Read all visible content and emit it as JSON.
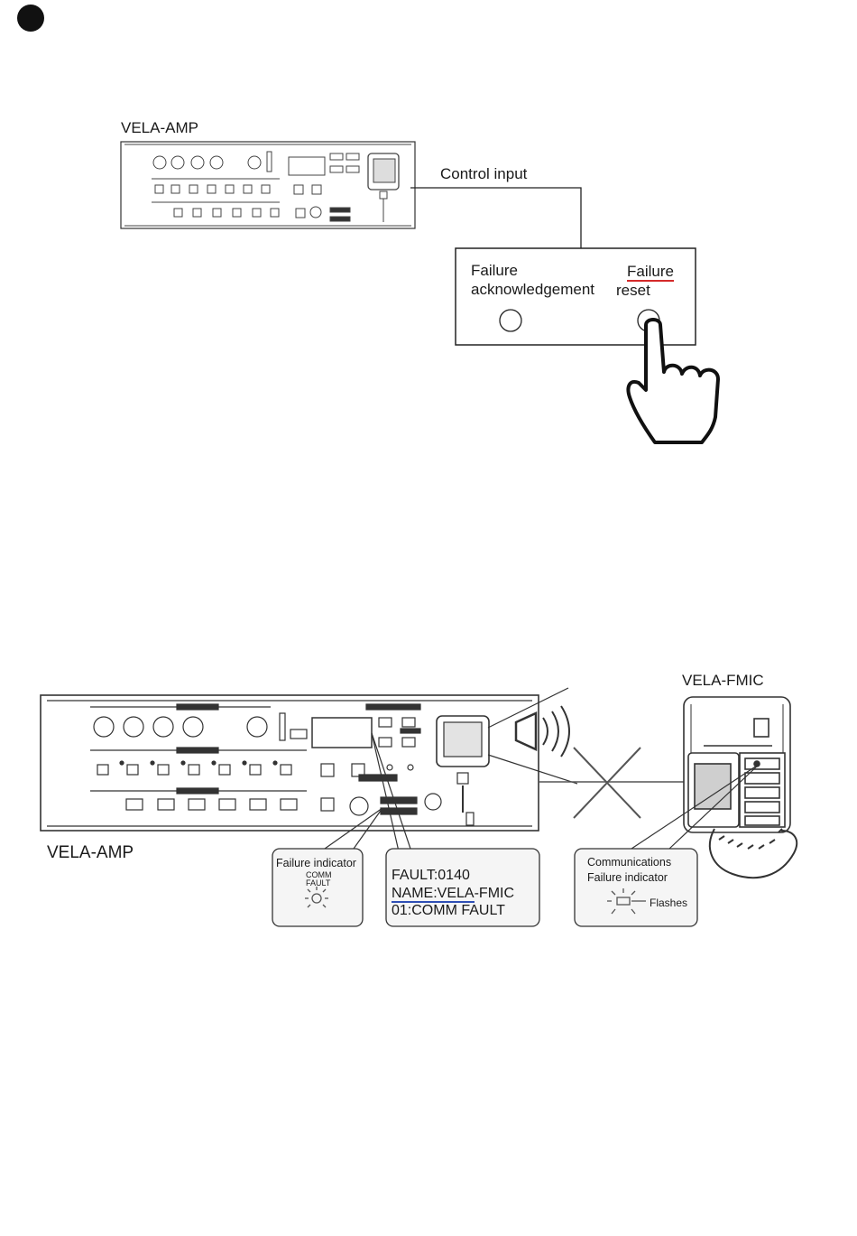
{
  "top_section": {
    "amp_label": "VELA-AMP",
    "control_input_label": "Control input",
    "failure_ack_line1": "Failure",
    "failure_ack_line2": "acknowledgement",
    "failure_reset_line1": "Failure",
    "failure_reset_line2": "reset"
  },
  "bottom_section": {
    "amp_label": "VELA-AMP",
    "fmic_label": "VELA-FMIC",
    "failure_indicator_title": "Failure indicator",
    "comm_label": "COMM",
    "fault_label": "FAULT",
    "display_lines": {
      "line1": "FAULT:0140",
      "line2_name": "NAME:VELA",
      "line2_rest": "-FMIC",
      "line3": "01:COMM FAULT"
    },
    "comm_indicator_line1": "Communications",
    "comm_indicator_line2": "Failure indicator",
    "flashes_label": "Flashes"
  },
  "colors": {
    "line": "#1a1a1a",
    "red_underline": "#d42a2a",
    "blue_underline": "#2f4fb5",
    "panel_fill": "#f7f7f7"
  }
}
